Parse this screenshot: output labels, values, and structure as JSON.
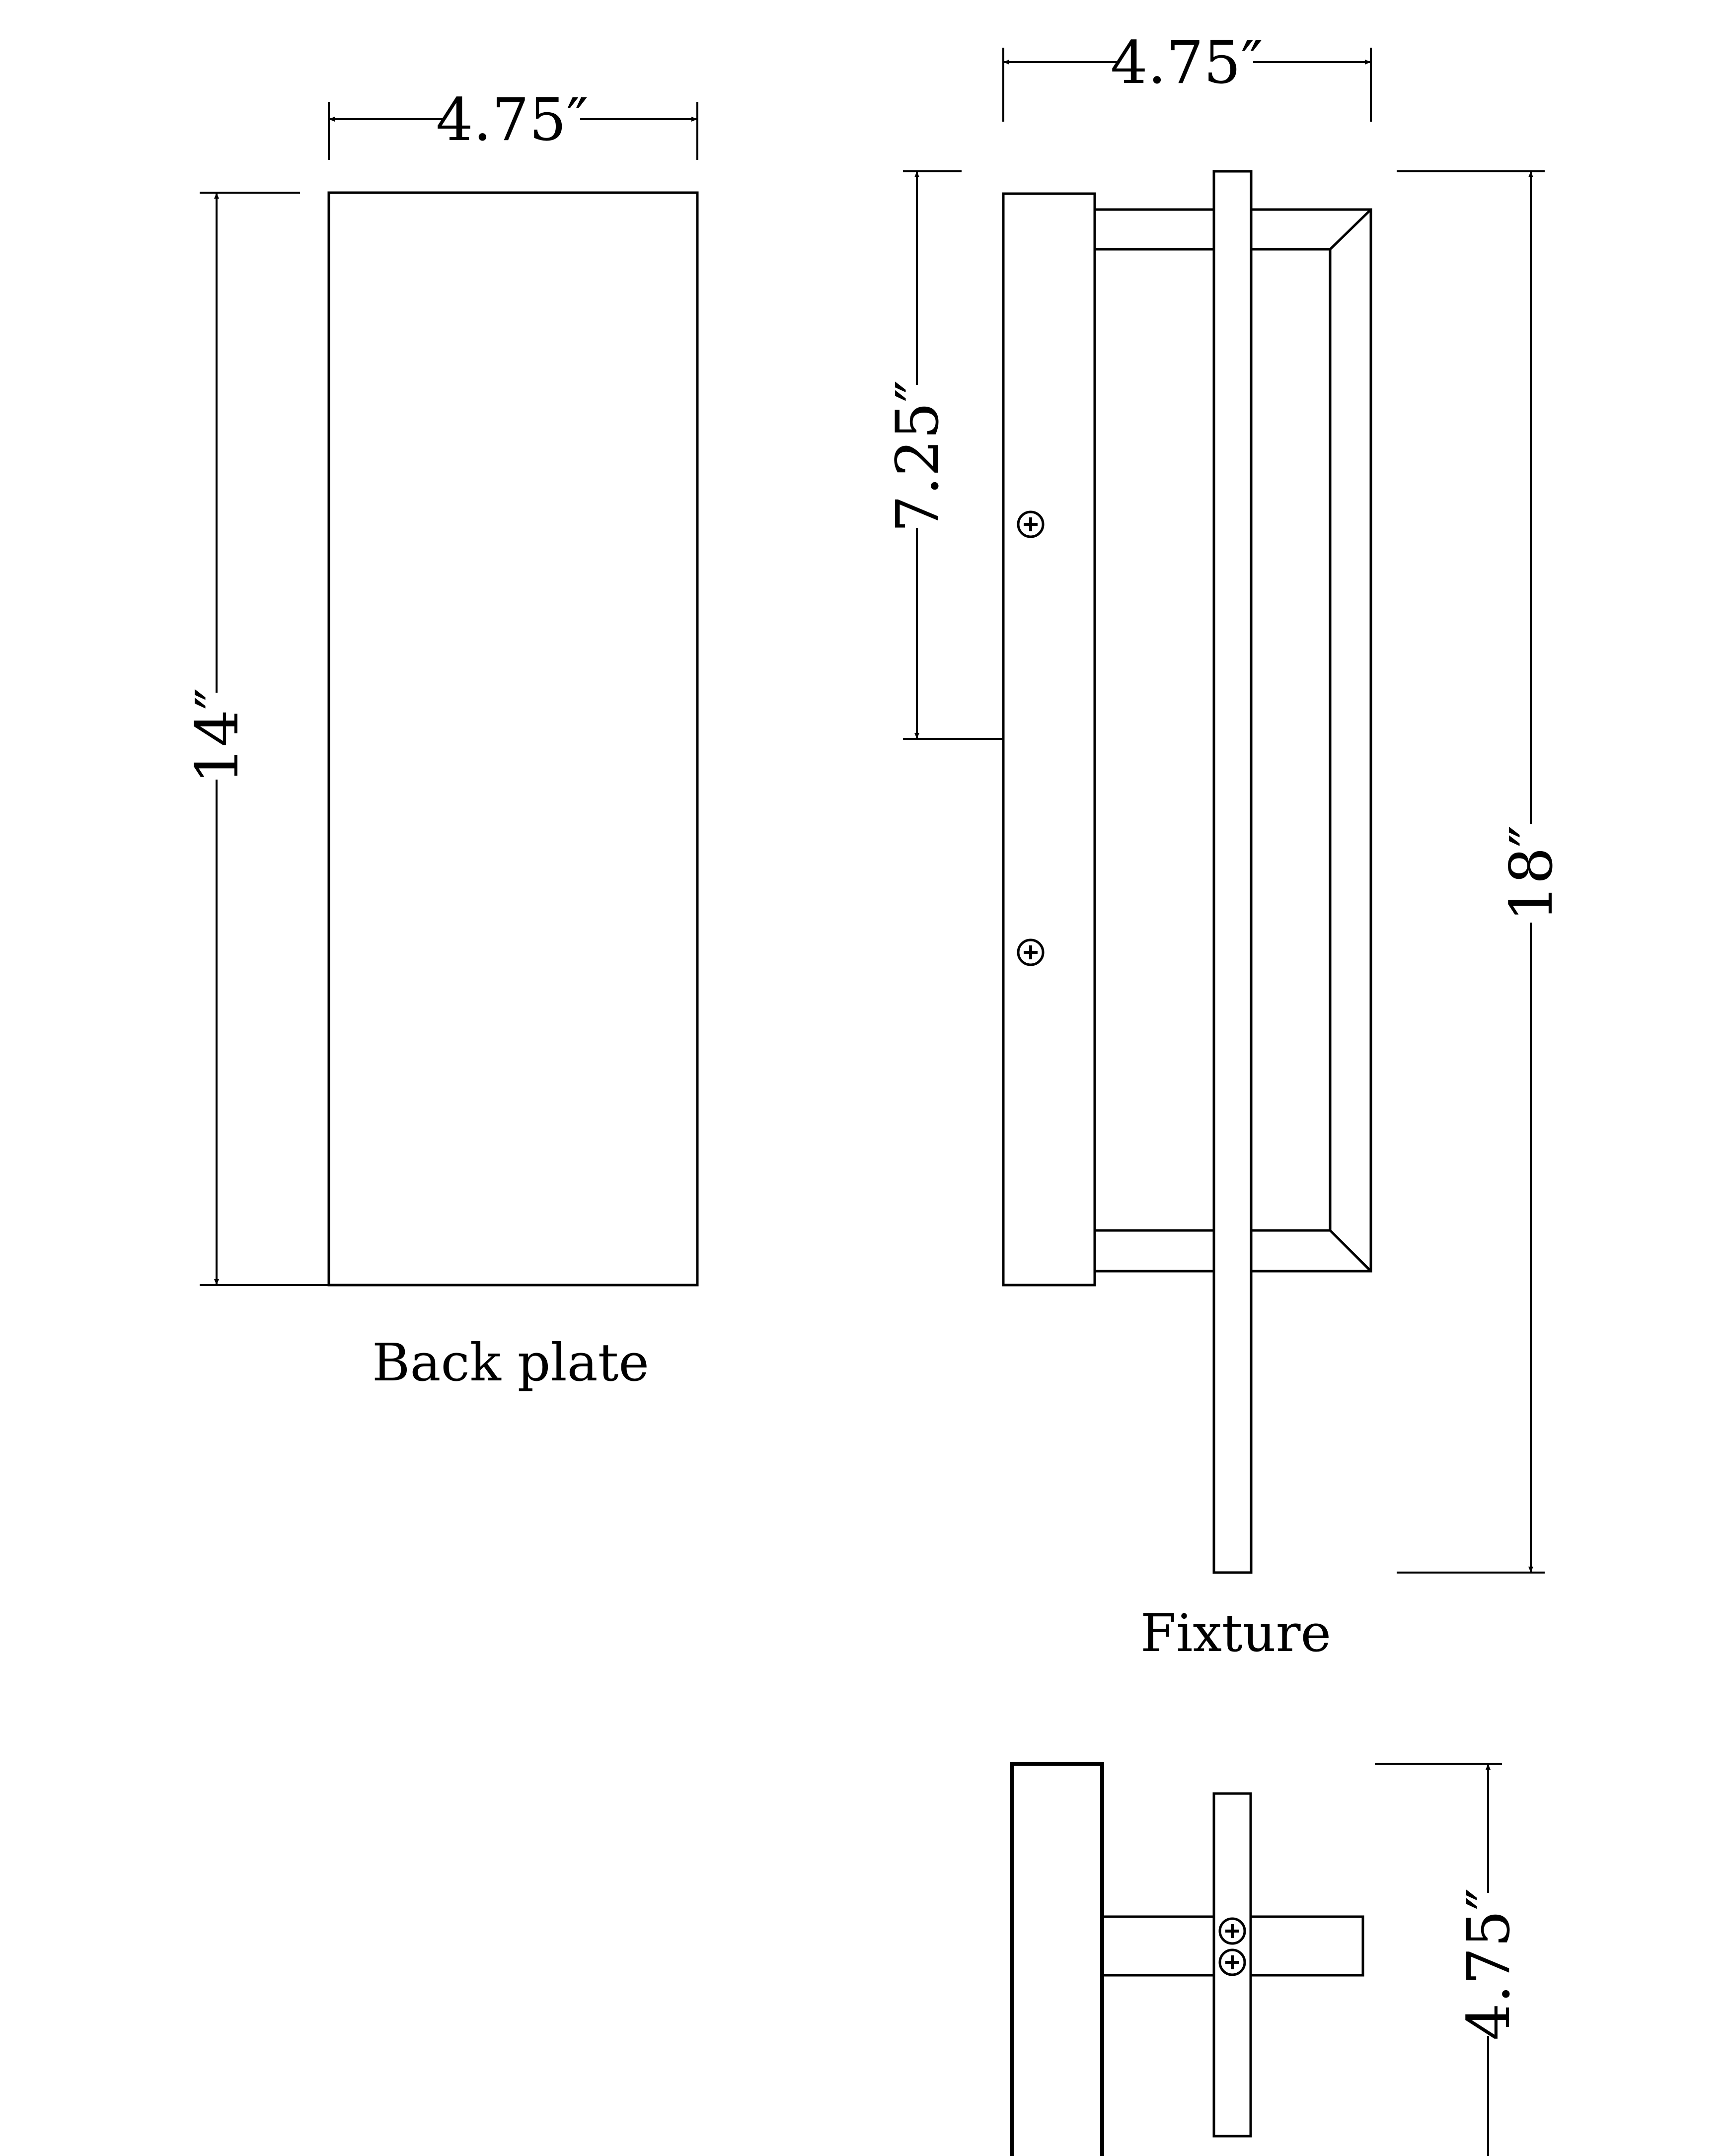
{
  "back_plate": {
    "caption": "Back plate",
    "width_label": "4.75″",
    "height_label": "14″"
  },
  "fixture": {
    "caption": "Fixture",
    "width_label": "4.75″",
    "mount_height_label": "7.25″",
    "height_label": "18″",
    "screw_icon": "screw-icon"
  },
  "top_view": {
    "depth_label": "4.75″",
    "screw_icon": "screw-icon"
  }
}
